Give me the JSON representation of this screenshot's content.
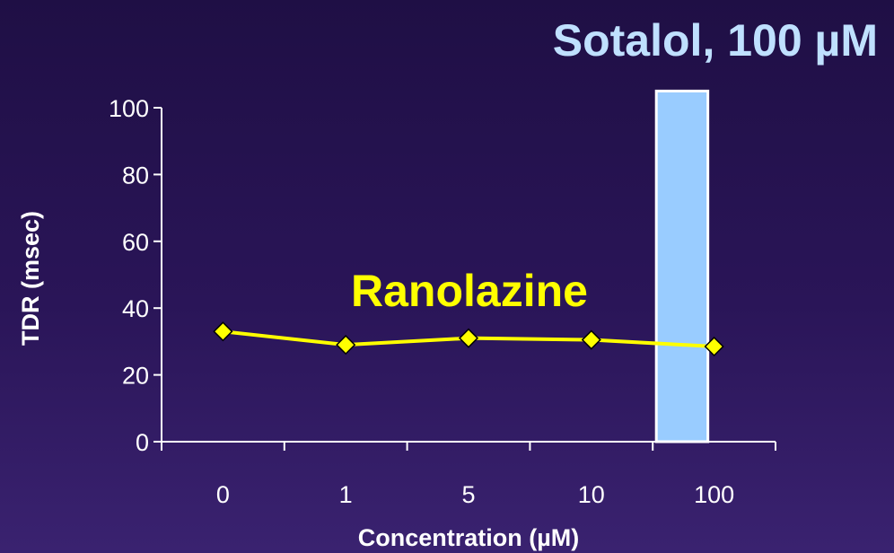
{
  "chart_data": {
    "type": "line",
    "categories": [
      "0",
      "1",
      "5",
      "10",
      "100"
    ],
    "series": [
      {
        "name": "Ranolazine",
        "values": [
          33,
          29,
          31,
          30.5,
          28.5
        ],
        "color": "#ffff00",
        "marker": "diamond"
      }
    ],
    "bars": [
      {
        "name": "Sotalol, 100 µM",
        "category": "100",
        "value": 105,
        "color": "#99ccff"
      }
    ],
    "title": "",
    "xlabel": "Concentration (µM)",
    "ylabel": "TDR (msec)",
    "ylim": [
      0,
      100
    ],
    "yticks": [
      0,
      20,
      40,
      60,
      80,
      100
    ],
    "grid": false,
    "annotations": [
      "Sotalol, 100 µM",
      "Ranolazine"
    ],
    "colors": {
      "axis": "#ffffff",
      "marker_fill": "#ffff00",
      "marker_stroke": "#000000"
    }
  }
}
